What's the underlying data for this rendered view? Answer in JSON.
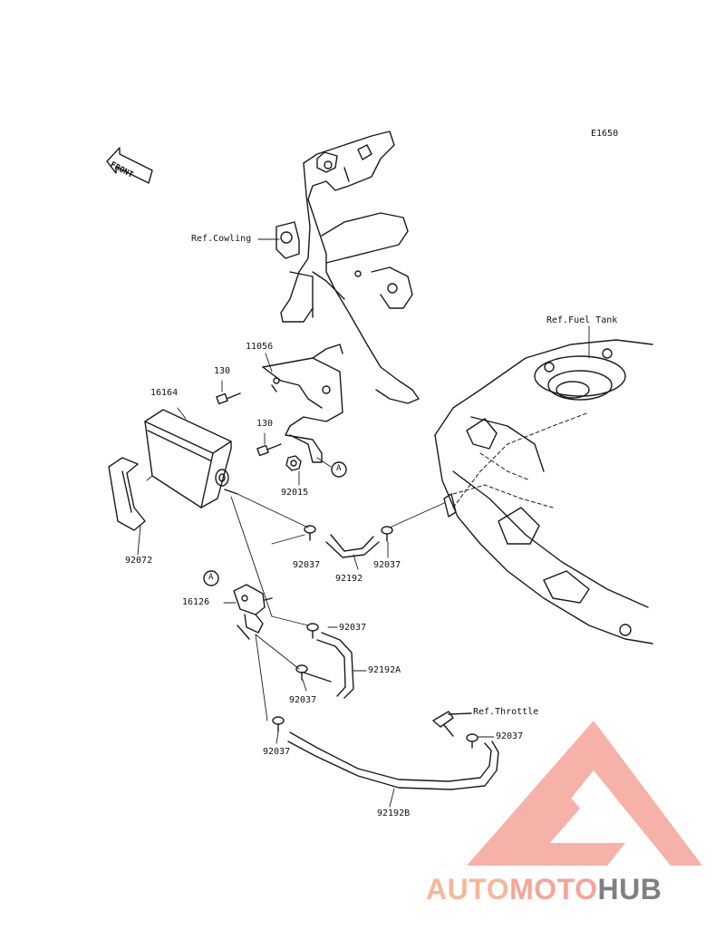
{
  "diagram": {
    "code": "E1650",
    "front_label": "FRONT",
    "references": {
      "cowling": "Ref.Cowling",
      "fuel_tank": "Ref.Fuel Tank",
      "throttle": "Ref.Throttle"
    },
    "parts": {
      "bracket": "11056",
      "bolt_upper": "130",
      "bolt_lower": "130",
      "canister": "16164",
      "nut": "92015",
      "strap": "92072",
      "valve": "16126",
      "clamp_1": "92037",
      "clamp_2": "92037",
      "clamp_3": "92037",
      "clamp_4": "92037",
      "clamp_5": "92037",
      "clamp_6": "92037",
      "hose_a": "92192",
      "hose_b": "92192A",
      "hose_c": "92192B"
    },
    "markers": {
      "a1": "A",
      "a2": "A"
    }
  },
  "watermark": {
    "part1": "AUTO",
    "part2": "MOTO",
    "part3": "HUB"
  },
  "colors": {
    "line": "#1a1a1a",
    "watermark_red": "#f08a80",
    "watermark_gray": "#808080"
  }
}
